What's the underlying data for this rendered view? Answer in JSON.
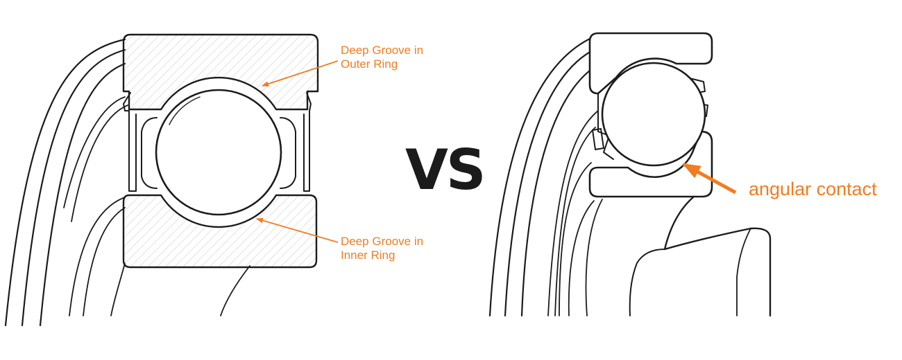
{
  "colors": {
    "line": "#1b1b1b",
    "accent": "#f07d22",
    "hatch": "#cfcfcf",
    "background": "#ffffff"
  },
  "vs_text": "VS",
  "annotations": {
    "outer_groove": {
      "line1": "Deep Groove in",
      "line2": "Outer Ring"
    },
    "inner_groove": {
      "line1": "Deep Groove in",
      "line2": "Inner Ring"
    },
    "angular_contact": "angular contact"
  }
}
